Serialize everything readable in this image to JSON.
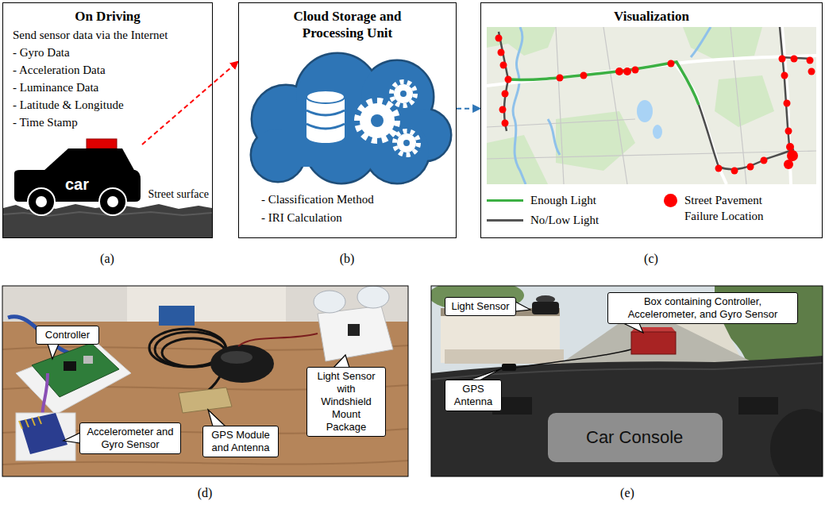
{
  "diagram": {
    "nodes": [
      {
        "text": [
          "On Driving",
          "Send sensor data via the Internet",
          "- Gyro Data",
          "- Acceleration Data",
          "- Luminance Data",
          "- Latitude & Longitude",
          "- Time Stamp"
        ]
      },
      {
        "text": [
          "car"
        ],
        "in": 0
      },
      {
        "text": [
          "Cloud Storage and Processing Unit",
          "- Classification Method",
          "- IRI Calculation"
        ]
      },
      {
        "text": [
          "Visualization"
        ]
      },
      {
        "text": [
          "Controller"
        ]
      },
      {
        "text": [
          "Accelerometer and Gyro Sensor"
        ]
      },
      {
        "text": [
          "GPS Module and Antenna"
        ]
      },
      {
        "text": [
          "Light Sensor with Windshield Mount Package"
        ]
      },
      {
        "text": [
          "Light Sensor"
        ]
      },
      {
        "text": [
          "Box containing Controller, Accelerometer, and Gyro Sensor"
        ]
      },
      {
        "text": [
          "GPS Antenna"
        ]
      }
    ],
    "edges": [
      {
        "from": 1,
        "to": 2,
        "arrow": "to"
      },
      {
        "from": 2,
        "to": 3,
        "arrow": "to"
      }
    ],
    "labels": [
      "Street surface",
      "(a)",
      "(b)",
      "(c)",
      "(d)",
      "(e)",
      "Car Console"
    ],
    "legend": [
      {
        "text": "Enough Light"
      },
      {
        "text": "No/Low Light"
      },
      {
        "text": "Street Pavement Failure Location"
      }
    ]
  }
}
